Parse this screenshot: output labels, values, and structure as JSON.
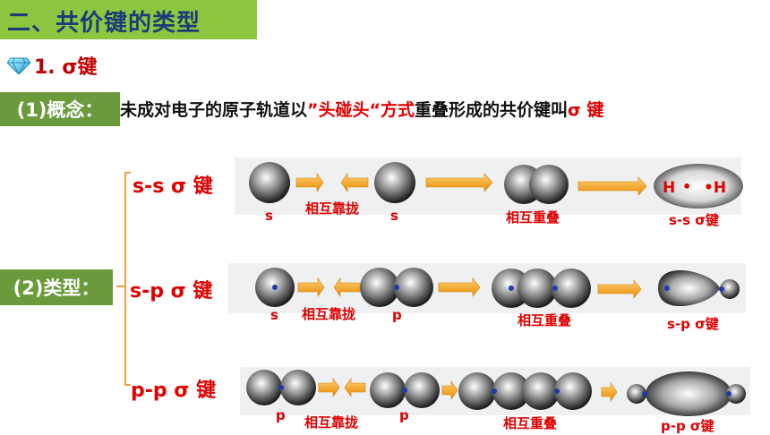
{
  "header": {
    "title": "二、共价键的类型"
  },
  "section": {
    "title": "1. σ键",
    "icon": "diamond-icon"
  },
  "concept": {
    "label": "(1)概念：",
    "definition": [
      {
        "text": "未成对电子的原子轨道以",
        "color": "#111111"
      },
      {
        "text": "”头碰头“方式",
        "color": "#e00000"
      },
      {
        "text": "重叠形成的共价键叫",
        "color": "#111111"
      },
      {
        "text": "σ 键",
        "color": "#e00000"
      }
    ]
  },
  "types": {
    "label": "(2)类型：",
    "rows": [
      {
        "bond": "s-s  σ 键",
        "captions": {
          "a": "s",
          "approach": "相互靠拢",
          "b": "s",
          "overlap": "相互重叠",
          "result": "s-s σ键"
        },
        "atom_labels": [
          "H",
          "•",
          "•H"
        ]
      },
      {
        "bond": "s-p  σ 键",
        "captions": {
          "a": "s",
          "approach": "相互靠拢",
          "b": "p",
          "overlap": "相互重叠",
          "result": "s-p σ键"
        }
      },
      {
        "bond": "p-p  σ 键",
        "captions": {
          "a": "p",
          "approach": "相互靠拢",
          "b": "p",
          "overlap": "相互重叠",
          "result": "p-p σ键"
        }
      }
    ]
  },
  "colors": {
    "accent_red": "#e00000",
    "title_green": "#8dc63f",
    "label_green": "#6b9a3c",
    "arrow_orange": "#f5a623",
    "title_blue": "#1a3d7a"
  }
}
